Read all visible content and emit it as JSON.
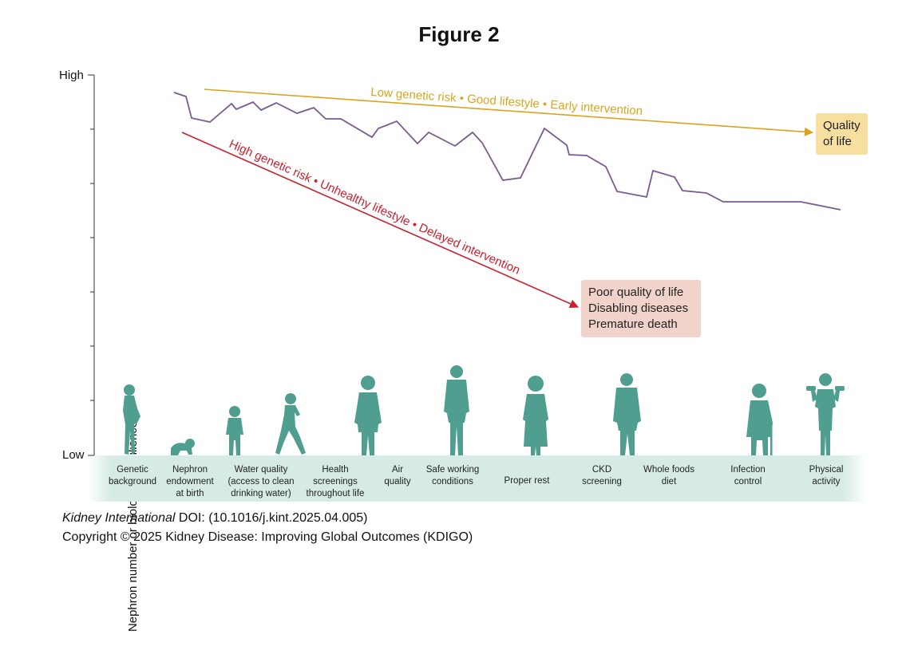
{
  "figure": {
    "title": "Figure 2",
    "y_axis_label": "Nephron number or biological resilience",
    "y_tick_high": "High",
    "y_tick_low": "Low"
  },
  "trajectories": {
    "good": {
      "label": "Low genetic risk • Good lifestyle • Early intervention",
      "outcome_lines": [
        "Quality",
        "of life"
      ],
      "color": "#d9a520"
    },
    "bad": {
      "label": "High genetic risk • Unhealthy lifestyle • Delayed intervention",
      "outcome_lines": [
        "Poor quality of life",
        "Disabling diseases",
        "Premature death"
      ],
      "color": "#cc1f2e"
    },
    "actual": {
      "color": "#7b5a8e"
    }
  },
  "categories": [
    [
      "Genetic",
      "background"
    ],
    [
      "Nephron",
      "endowment",
      "at birth"
    ],
    [
      "Water quality",
      "(access to clean",
      "drinking water)"
    ],
    [
      "Health",
      "screenings",
      "throughout life"
    ],
    [
      "Air",
      "quality"
    ],
    [
      "Safe working",
      "conditions"
    ],
    [
      "Proper rest"
    ],
    [
      "CKD",
      "screening"
    ],
    [
      "Whole foods",
      "diet"
    ],
    [
      "Infection",
      "control"
    ],
    [
      "Physical",
      "activity"
    ]
  ],
  "figures": [
    {
      "icon": "pregnant-woman-icon"
    },
    {
      "icon": "crawling-baby-icon"
    },
    {
      "icon": "child-icon"
    },
    {
      "icon": "walking-girl-icon"
    },
    {
      "icon": "woman-icon"
    },
    {
      "icon": "man-icon"
    },
    {
      "icon": "woman-dress-icon"
    },
    {
      "icon": "man-icon"
    },
    {
      "icon": "elderly-woman-cane-icon"
    },
    {
      "icon": "man-dumbbells-icon"
    }
  ],
  "colors": {
    "silhouette": "#4f9e90",
    "ground": "#d6ebe6"
  },
  "footer": {
    "journal": "Kidney International",
    "doi": " DOI: (10.1016/j.kint.2025.04.005)",
    "copyright": "Copyright © 2025 Kidney Disease: Improving Global Outcomes (KDIGO)"
  }
}
